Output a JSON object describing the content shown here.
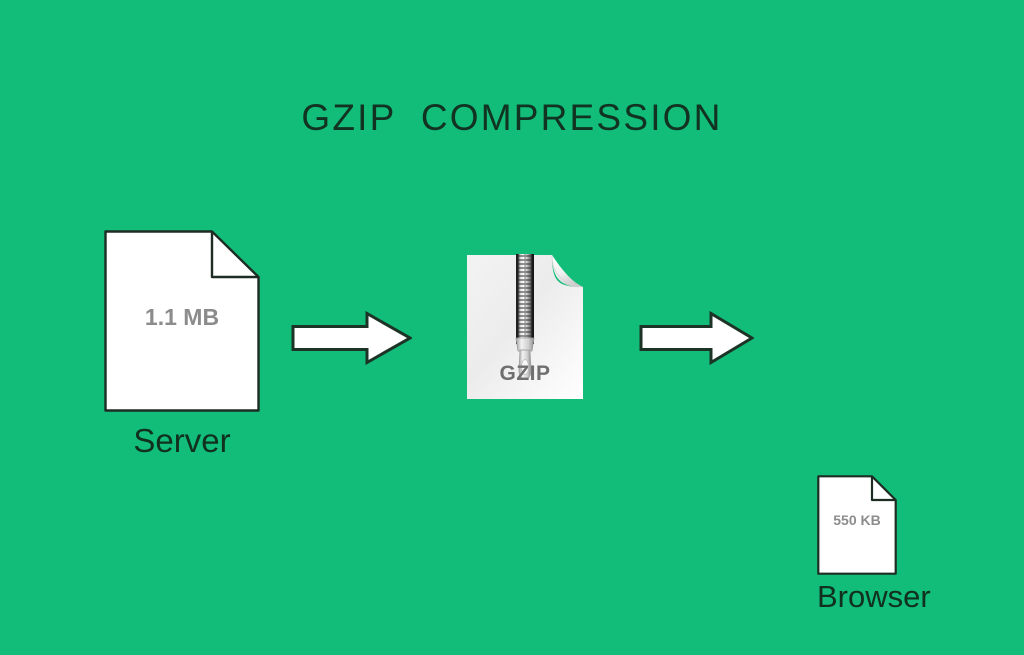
{
  "diagram": {
    "title": "GZIP  COMPRESSION",
    "background_color": "#11bd78",
    "title_color": "#123322",
    "label_color": "#11301e",
    "size_text_color": "#8c8c8c",
    "shape_fill": "#ffffff",
    "shape_stroke": "#1d2d24"
  },
  "stages": {
    "server": {
      "label": "Server",
      "size_text": "1.1 MB",
      "icon": "document-icon"
    },
    "gzip": {
      "label": "GZIP",
      "icon": "zip-archive-icon"
    },
    "browser": {
      "label": "Browser",
      "size_text": "550 KB",
      "icon": "document-icon"
    }
  },
  "arrows": {
    "first": {
      "direction": "right",
      "icon": "arrow-right-icon"
    },
    "second": {
      "direction": "right",
      "icon": "arrow-right-icon"
    }
  }
}
